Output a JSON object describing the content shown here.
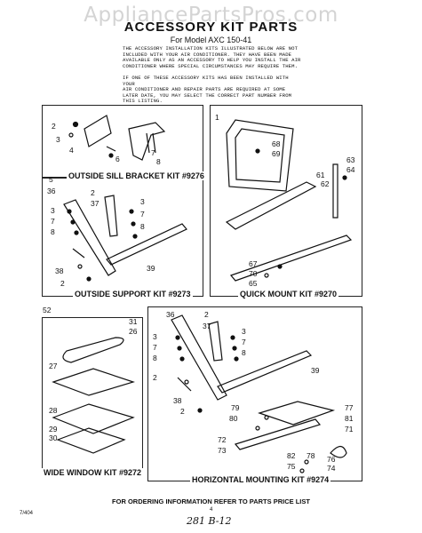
{
  "watermark": "AppliancePartsPros.com",
  "title": "ACCESSORY KIT PARTS",
  "model": "For Model AXC 150-41",
  "para1": [
    "THE ACCESSORY INSTALLATION KITS ILLUSTRATED BELOW ARE NOT",
    "INCLUDED WITH YOUR AIR CONDITIONER. THEY HAVE BEEN MADE",
    "AVAILABLE ONLY AS AN ACCESSORY TO HELP YOU INSTALL THE AIR",
    "CONDITIONER WHERE SPECIAL CIRCUMSTANCES MAY REQUIRE THEM."
  ],
  "para2": [
    "IF ONE OF THESE ACCESSORY KITS HAS BEEN INSTALLED WITH YOUR",
    "AIR CONDITIONER AND REPAIR PARTS ARE REQUIRED AT SOME",
    "LATER DATE, YOU MAY SELECT THE CORRECT PART NUMBER FROM",
    "THIS LISTING."
  ],
  "kits": {
    "sill": "OUTSIDE SILL BRACKET KIT #9276",
    "support": "OUTSIDE SUPPORT KIT #9273",
    "quick": "QUICK MOUNT KIT #9270",
    "wide": "WIDE WINDOW KIT #9272",
    "horizontal": "HORIZONTAL MOUNTING KIT #9274"
  },
  "footer": "FOR ORDERING INFORMATION REFER TO PARTS PRICE LIST",
  "code": "7/404",
  "page_num": "4",
  "handwritten": "281 B-12",
  "callouts": {
    "sill": [
      "2",
      "3",
      "4",
      "5",
      "6",
      "7",
      "8"
    ],
    "support": [
      "36",
      "2",
      "37",
      "3",
      "7",
      "8",
      "3",
      "7",
      "8",
      "38",
      "39",
      "2"
    ],
    "quick": [
      "1",
      "68",
      "69",
      "61",
      "62",
      "63",
      "64",
      "67",
      "70",
      "65"
    ],
    "wide": [
      "31",
      "26",
      "27",
      "28",
      "29",
      "30"
    ],
    "horizontal": [
      "36",
      "2",
      "37",
      "3",
      "7",
      "8",
      "3",
      "7",
      "8",
      "2",
      "38",
      "2",
      "39",
      "79",
      "80",
      "77",
      "81",
      "71",
      "72",
      "73",
      "82",
      "75",
      "78",
      "76",
      "74"
    ]
  },
  "top_label": "52"
}
